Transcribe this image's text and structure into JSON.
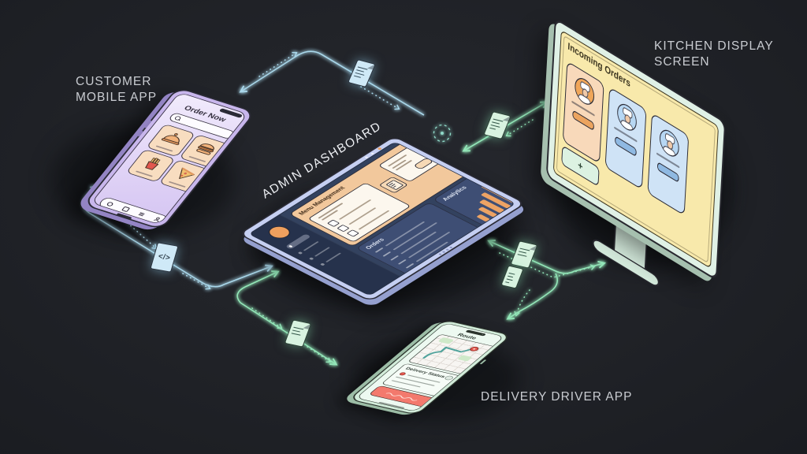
{
  "canvas": {
    "background": "#202227"
  },
  "labels": {
    "customer_line1": "CUSTOMER",
    "customer_line2": "MOBILE APP",
    "admin": "ADMIN DASHBOARD",
    "kitchen_line1": "KITCHEN DISPLAY",
    "kitchen_line2": "SCREEN",
    "delivery": "DELIVERY DRIVER APP"
  },
  "connectors": {
    "blue_color": "#a9d7ea",
    "green_color": "#93e6b8",
    "code_file_label": "</>",
    "icons": [
      "document-icon",
      "code-file-icon",
      "document-icon",
      "document-icon",
      "receipt-icon",
      "document-icon"
    ]
  },
  "customer_app": {
    "title": "Order Now",
    "frame_color": "#c8b6ec",
    "food_items": [
      {
        "icon": "cloche-icon"
      },
      {
        "icon": "burger-icon"
      },
      {
        "icon": "fries-icon"
      },
      {
        "icon": "pizza-icon"
      }
    ],
    "nav_icons": [
      "home-icon",
      "grid-icon",
      "list-icon",
      "profile-icon"
    ]
  },
  "admin_dashboard": {
    "menu_panel_title": "Menu Management",
    "orders_panel_title": "Orders",
    "analytics_panel_title": "Analytics",
    "analytics_bar_heights": [
      14,
      22,
      30,
      38,
      48
    ],
    "menu_checkbox_rows": 3,
    "order_rows": 5,
    "accent_color": "#eda364"
  },
  "kitchen_display": {
    "title": "Incoming Orders",
    "add_label": "+",
    "order_cards": [
      {
        "icon": "chef-avatar-icon",
        "accent": "#f0a659"
      },
      {
        "icon": "chef-avatar-icon",
        "accent": "#8fb9e2"
      },
      {
        "icon": "chef-avatar-icon",
        "accent": "#8fb9e2"
      }
    ]
  },
  "delivery_app": {
    "title": "Route",
    "status_title": "Delivery Status",
    "route_color": "#4fa29b",
    "pin_color": "#e4574e",
    "button_color": "#f3796d"
  }
}
